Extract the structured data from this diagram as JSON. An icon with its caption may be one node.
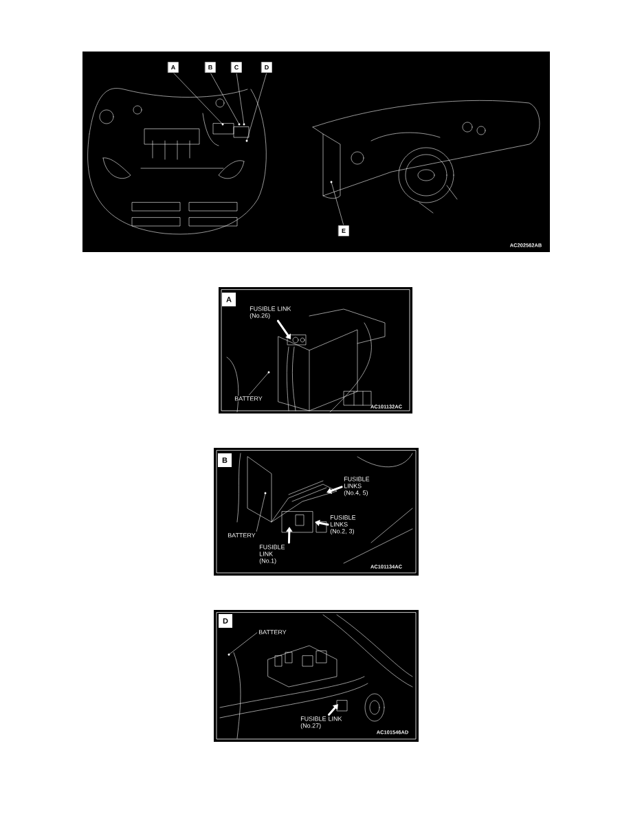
{
  "diagram": {
    "nodes": [
      {
        "text": [
          "A"
        ]
      },
      {
        "text": [
          "B"
        ]
      },
      {
        "text": [
          "C"
        ]
      },
      {
        "text": [
          "D"
        ]
      },
      {
        "text": [
          "E"
        ]
      },
      {
        "text": [
          "A"
        ]
      },
      {
        "text": [
          "FUSIBLE LINK (No.26)"
        ]
      },
      {
        "text": [
          "BATTERY"
        ]
      },
      {
        "text": [
          "B"
        ]
      },
      {
        "text": [
          "FUSIBLE LINKS (No.4, 5)"
        ]
      },
      {
        "text": [
          "FUSIBLE LINKS (No.2, 3)"
        ]
      },
      {
        "text": [
          "BATTERY"
        ]
      },
      {
        "text": [
          "FUSIBLE LINK (No.1)"
        ]
      },
      {
        "text": [
          "D"
        ]
      },
      {
        "text": [
          "BATTERY"
        ]
      },
      {
        "text": [
          "FUSIBLE LINK (No.27)"
        ]
      },
      {
        "text": [],
        "shape": "circle"
      },
      {
        "text": [],
        "shape": "circle"
      },
      {
        "text": [],
        "shape": "circle"
      },
      {
        "text": [],
        "shape": "circle"
      },
      {
        "text": [],
        "shape": "circle"
      },
      {
        "text": [],
        "shape": "circle"
      },
      {
        "text": [],
        "shape": "circle"
      },
      {
        "text": [],
        "shape": "circle"
      }
    ],
    "edges": [
      {
        "from": 0,
        "to": 16,
        "arrow": "none"
      },
      {
        "from": 1,
        "to": 17,
        "arrow": "none"
      },
      {
        "from": 2,
        "to": 18,
        "arrow": "none"
      },
      {
        "from": 3,
        "to": 19,
        "arrow": "none"
      },
      {
        "from": 4,
        "to": 20,
        "arrow": "none"
      },
      {
        "from": 6,
        "to": null,
        "arrow": "to",
        "style": "thick"
      },
      {
        "from": 7,
        "to": 21,
        "arrow": "none"
      },
      {
        "from": 9,
        "to": null,
        "arrow": "to",
        "style": "thick"
      },
      {
        "from": 10,
        "to": null,
        "arrow": "to",
        "style": "thick"
      },
      {
        "from": 11,
        "to": 22,
        "arrow": "none"
      },
      {
        "from": 12,
        "to": null,
        "arrow": "to",
        "style": "thick"
      },
      {
        "from": 14,
        "to": 23,
        "arrow": "none"
      },
      {
        "from": 15,
        "to": null,
        "arrow": "to",
        "style": "thick"
      }
    ],
    "labels": [
      "AC202562AB",
      "AC101132AC",
      "AC101134AC",
      "AC101546AD"
    ]
  }
}
